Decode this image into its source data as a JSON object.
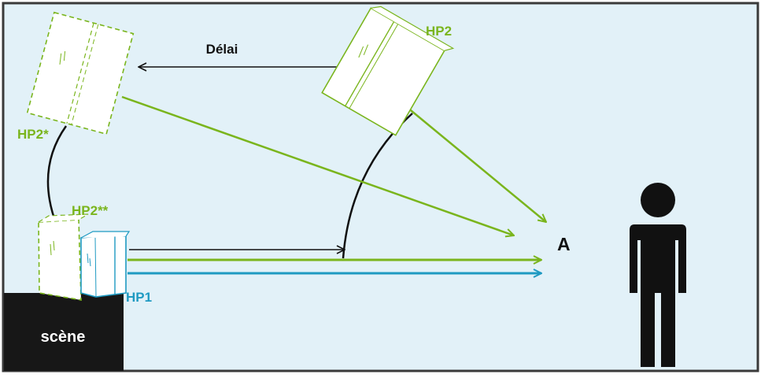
{
  "labels": {
    "delay": "Délai",
    "hp2": "HP2",
    "hp2_star": "HP2*",
    "hp2_double_star": "HP2**",
    "hp1": "HP1",
    "point_a": "A",
    "stage": "scène"
  },
  "colors": {
    "background": "#e2f1f8",
    "border": "#3a3a3a",
    "green": "#7ab51d",
    "blue": "#1f9ac2",
    "black": "#111111",
    "stage": "#171717"
  }
}
